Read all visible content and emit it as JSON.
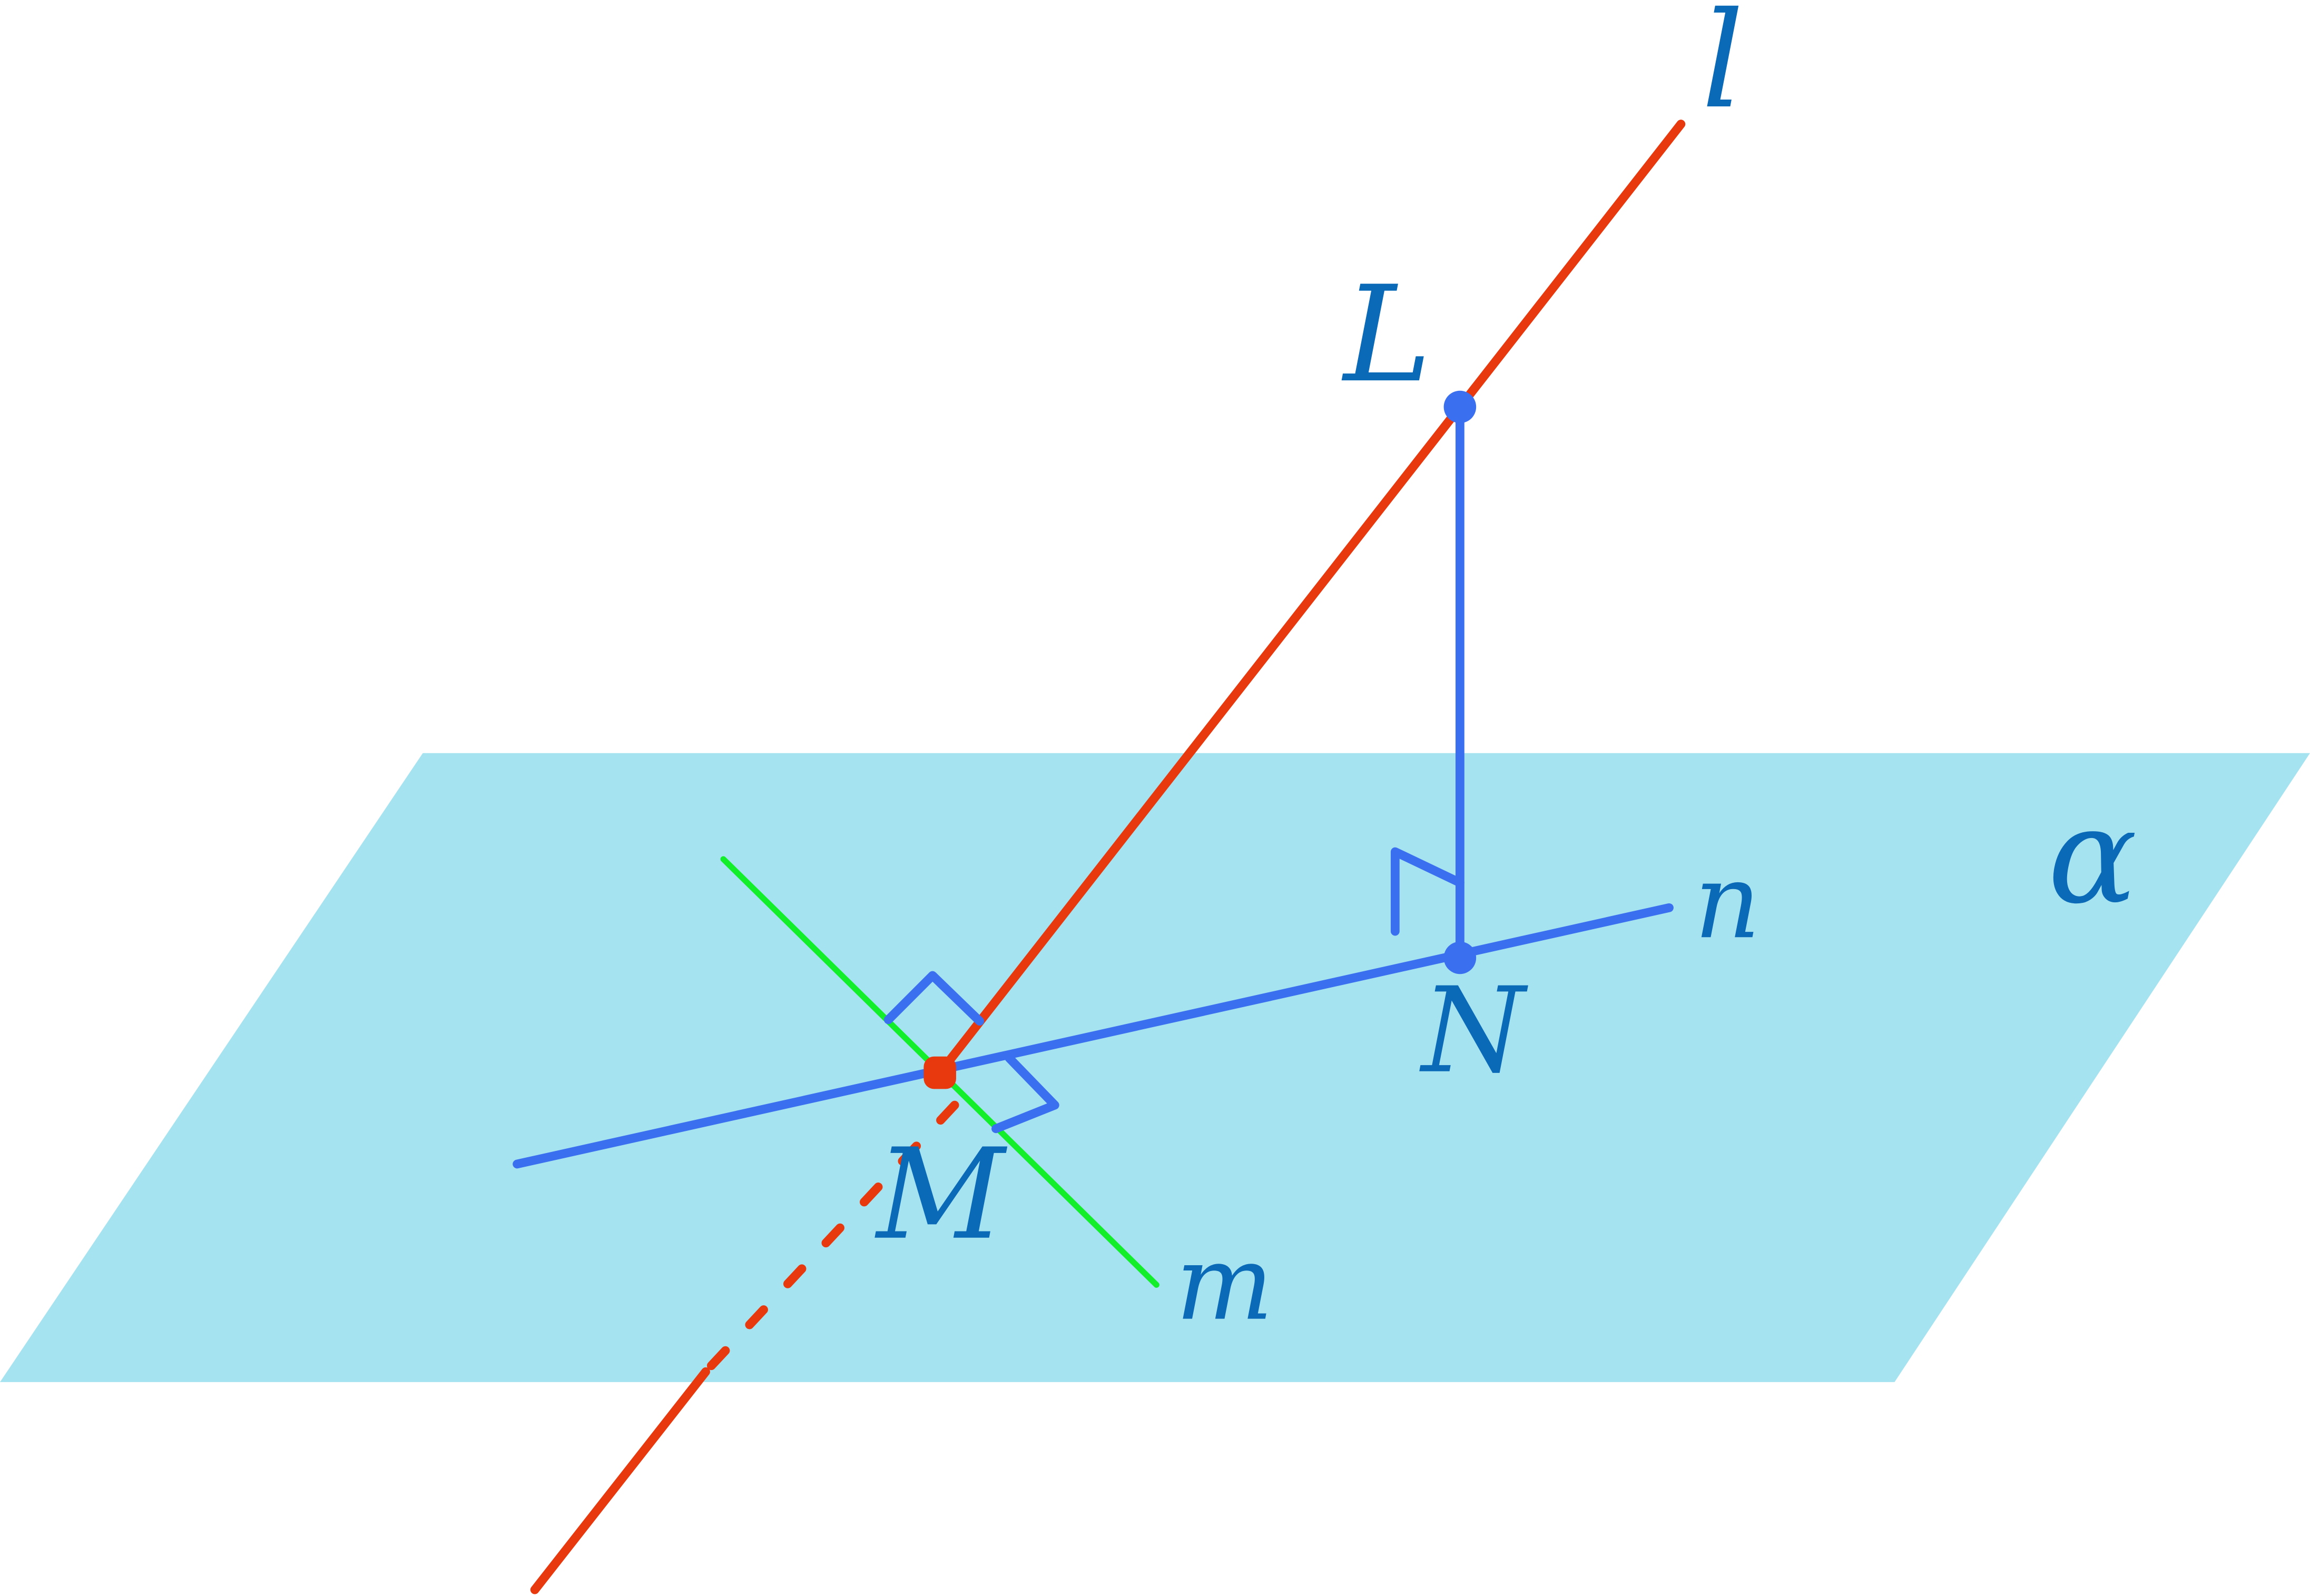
{
  "diagram": {
    "plane_label": "α",
    "line_l_label": "l",
    "line_m_label": "m",
    "line_n_label": "n",
    "point_L_label": "L",
    "point_M_label": "M",
    "point_N_label": "N"
  },
  "colors": {
    "plane": "#a6e3f0",
    "line_l": "#e8380d",
    "line_m": "#12ee2a",
    "line_n": "#3a6ff0",
    "labels": "#0a6ab8"
  }
}
